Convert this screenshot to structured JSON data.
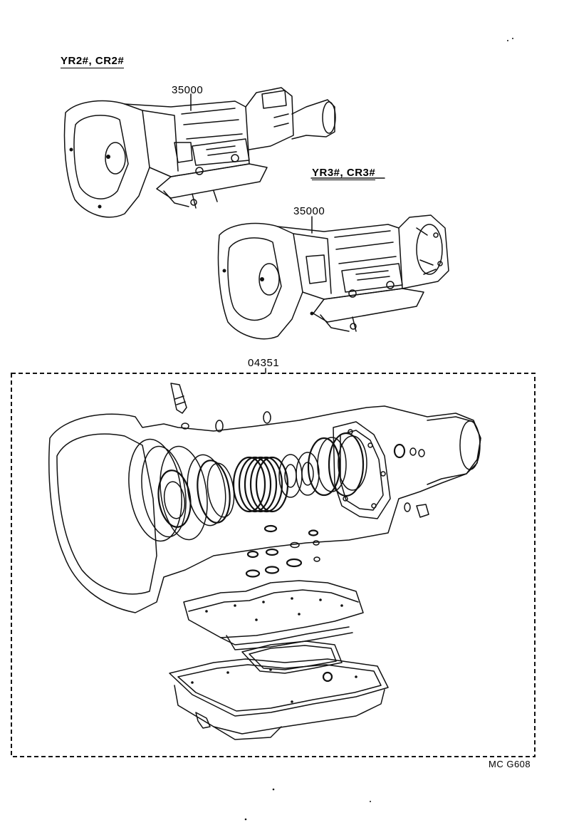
{
  "labels": {
    "variant_top": "YR2#, CR2#",
    "variant_mid": "YR3#, CR3#",
    "part_top": "35000",
    "part_mid": "35000",
    "kit": "04351",
    "diagram_code": "MC G608"
  }
}
